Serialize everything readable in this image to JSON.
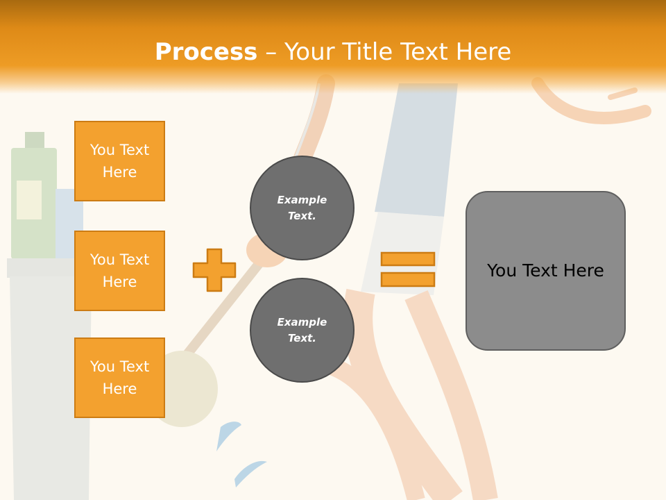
{
  "slide": {
    "title_bold": "Process",
    "title_rest": " – Your Title Text Here"
  },
  "inputs": [
    {
      "label": "You Text Here"
    },
    {
      "label": "You Text Here"
    },
    {
      "label": "You Text Here"
    }
  ],
  "circles": [
    {
      "label": "Example Text."
    },
    {
      "label": "Example Text."
    }
  ],
  "result": {
    "label": "You Text Here"
  },
  "colors": {
    "header": "#e4911c",
    "box_fill": "#f3a12f",
    "circle_fill": "#6f6f6f",
    "result_fill": "#8c8c8c",
    "background": "#fdf9f1"
  },
  "icons": [
    "plus-icon",
    "equals-icon"
  ]
}
